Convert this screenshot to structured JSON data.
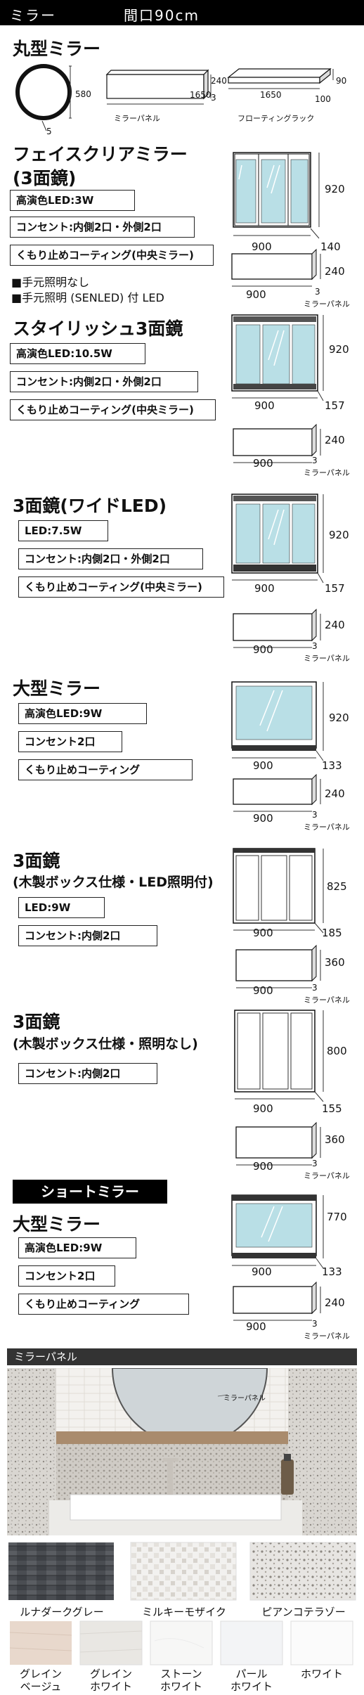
{
  "header": {
    "category": "ミラー",
    "width_label": "間口90cm"
  },
  "round": {
    "title": "丸型ミラー",
    "h": "580",
    "depth": "5",
    "panel": {
      "w": "1650",
      "h": "240",
      "d": "3",
      "caption": "ミラーパネル"
    },
    "rack": {
      "w": "1650",
      "h": "90",
      "d": "100",
      "caption": "フローティングラック"
    }
  },
  "face": {
    "title": "フェイスクリアミラー",
    "title2": "(3面鏡)",
    "badges": [
      "高演色LED:3W",
      "コンセント:内側2口・外側2口",
      "くもり止めコーティング(中央ミラー)"
    ],
    "notes": [
      "■手元照明なし",
      "■手元照明 (SENLED) 付 LED"
    ],
    "dims": {
      "h": "920",
      "w": "900",
      "d": "140"
    },
    "panel": {
      "w": "900",
      "h": "240",
      "d": "3",
      "caption": "ミラーパネル"
    }
  },
  "stylish": {
    "title": "スタイリッシュ3面鏡",
    "badges": [
      "高演色LED:10.5W",
      "コンセント:内側2口・外側2口",
      "くもり止めコーティング(中央ミラー)"
    ],
    "dims": {
      "h": "920",
      "w": "900",
      "d": "157"
    },
    "panel": {
      "w": "900",
      "h": "240",
      "d": "3",
      "caption": "ミラーパネル"
    }
  },
  "wide": {
    "title": "3面鏡(ワイドLED)",
    "badges": [
      "LED:7.5W",
      "コンセント:内側2口・外側2口",
      "くもり止めコーティング(中央ミラー)"
    ],
    "dims": {
      "h": "920",
      "w": "900",
      "d": "157"
    },
    "panel": {
      "w": "900",
      "h": "240",
      "d": "3",
      "caption": "ミラーパネル"
    }
  },
  "large": {
    "title": "大型ミラー",
    "badges": [
      "高演色LED:9W",
      "コンセント2口",
      "くもり止めコーティング"
    ],
    "dims": {
      "h": "920",
      "w": "900",
      "d": "133"
    },
    "panel": {
      "w": "900",
      "h": "240",
      "d": "3",
      "caption": "ミラーパネル"
    }
  },
  "wood_led": {
    "title": "3面鏡",
    "subtitle": "(木製ボックス仕様・LED照明付)",
    "badges": [
      "LED:9W",
      "コンセント:内側2口"
    ],
    "dims": {
      "h": "825",
      "w": "900",
      "d": "185"
    },
    "panel": {
      "w": "900",
      "h": "360",
      "d": "3",
      "caption": "ミラーパネル"
    }
  },
  "wood_nolight": {
    "title": "3面鏡",
    "subtitle": "(木製ボックス仕様・照明なし)",
    "badges": [
      "コンセント:内側2口"
    ],
    "dims": {
      "h": "800",
      "w": "900",
      "d": "155"
    },
    "panel": {
      "w": "900",
      "h": "360",
      "d": "3",
      "caption": "ミラーパネル"
    }
  },
  "short": {
    "band": "ショートミラー",
    "title": "大型ミラー",
    "badges": [
      "高演色LED:9W",
      "コンセント2口",
      "くもり止めコーティング"
    ],
    "dims": {
      "h": "770",
      "w": "900",
      "d": "133"
    },
    "panel": {
      "w": "900",
      "h": "240",
      "d": "3",
      "caption": "ミラーパネル"
    }
  },
  "mirror_panel": {
    "bar": "ミラーパネル",
    "photo_label": "ミラーパネル",
    "swatches_row1": [
      "ルナダークグレー",
      "ミルキーモザイク",
      "ピアンコテラゾー"
    ],
    "swatches_row2": [
      {
        "l1": "グレイン",
        "l2": "ベージュ"
      },
      {
        "l1": "グレイン",
        "l2": "ホワイト"
      },
      {
        "l1": "ストーン",
        "l2": "ホワイト"
      },
      {
        "l1": "パール",
        "l2": "ホワイト"
      },
      {
        "l1": "",
        "l2": "ホワイト"
      }
    ]
  }
}
